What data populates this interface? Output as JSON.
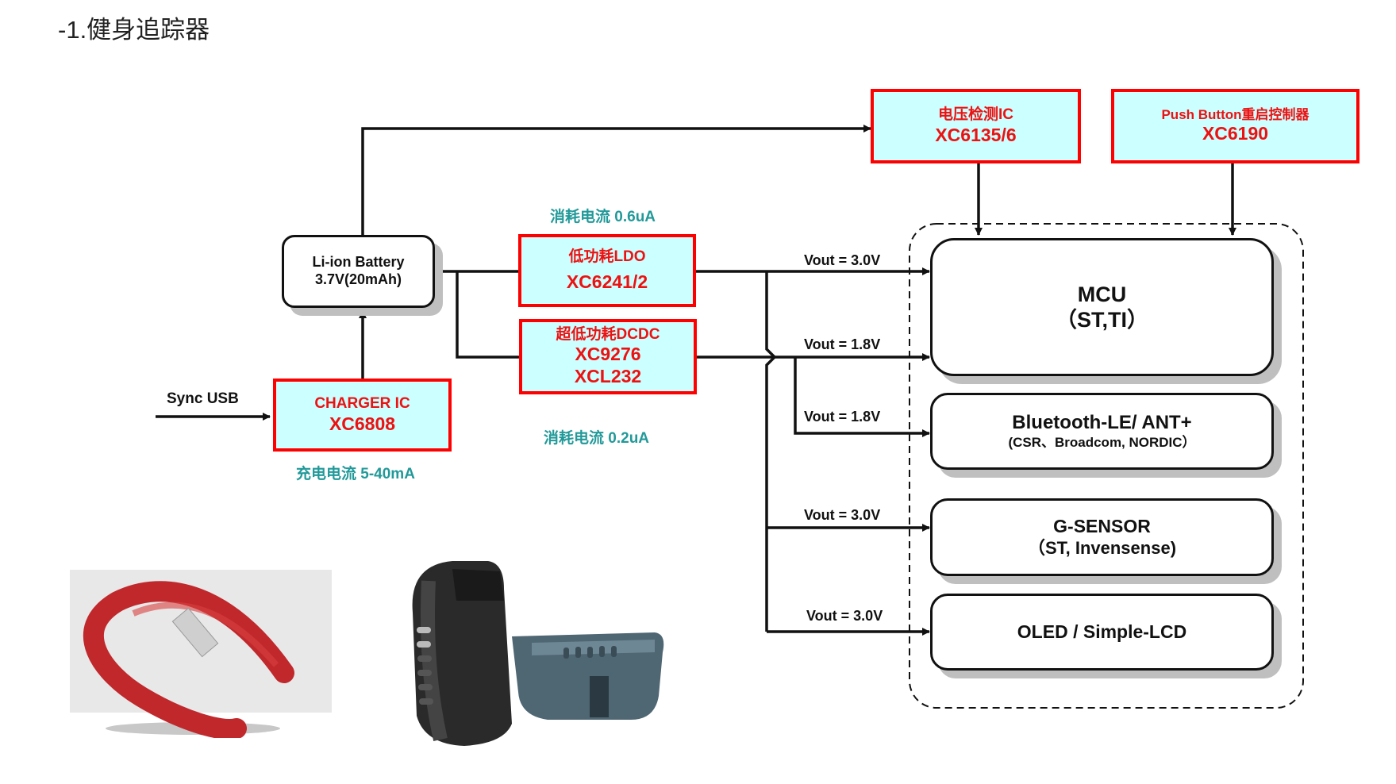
{
  "title": "-1.健身追踪器",
  "blocks": {
    "battery": {
      "line1": "Li-ion Battery",
      "line2": "3.7V(20mAh)"
    },
    "charger": {
      "line1": "CHARGER IC",
      "line2": "XC6808"
    },
    "ldo": {
      "line1": "低功耗LDO",
      "line2": "XC6241/2"
    },
    "dcdc": {
      "line1": "超低功耗DCDC",
      "line2": "XC9276",
      "line3": "XCL232"
    },
    "voltage_detector": {
      "line1": "电压检测IC",
      "line2": "XC6135/6"
    },
    "push_button": {
      "line1": "Push Button重启控制器",
      "line2": "XC6190"
    },
    "mcu": {
      "line1": "MCU",
      "line2": "（ST,TI）"
    },
    "bluetooth": {
      "line1": "Bluetooth-LE/ ANT+",
      "line2": "(CSR、Broadcom, NORDIC）"
    },
    "gsensor": {
      "line1": "G-SENSOR",
      "line2": "（ST, Invensense)"
    },
    "display": {
      "line1": "OLED / Simple-LCD"
    }
  },
  "labels": {
    "sync_usb": "Sync USB",
    "charge_current": "充电电流 5-40mA",
    "ldo_current": "消耗电流 0.6uA",
    "dcdc_current": "消耗电流 0.2uA",
    "vout_mcu_3v": "Vout = 3.0V",
    "vout_mcu_18v": "Vout = 1.8V",
    "vout_bt": "Vout = 1.8V",
    "vout_gsensor": "Vout = 3.0V",
    "vout_display": "Vout = 3.0V"
  },
  "images": [
    {
      "name": "red-fitness-band-photo",
      "description": "red wristband"
    },
    {
      "name": "black-and-blue-fitness-bands-photo",
      "description": "black and slate wristbands"
    }
  ],
  "colors": {
    "ic_border": "#ff0000",
    "ic_fill": "#ccffff",
    "ic_text": "#ee1111",
    "note_text": "#229999"
  }
}
